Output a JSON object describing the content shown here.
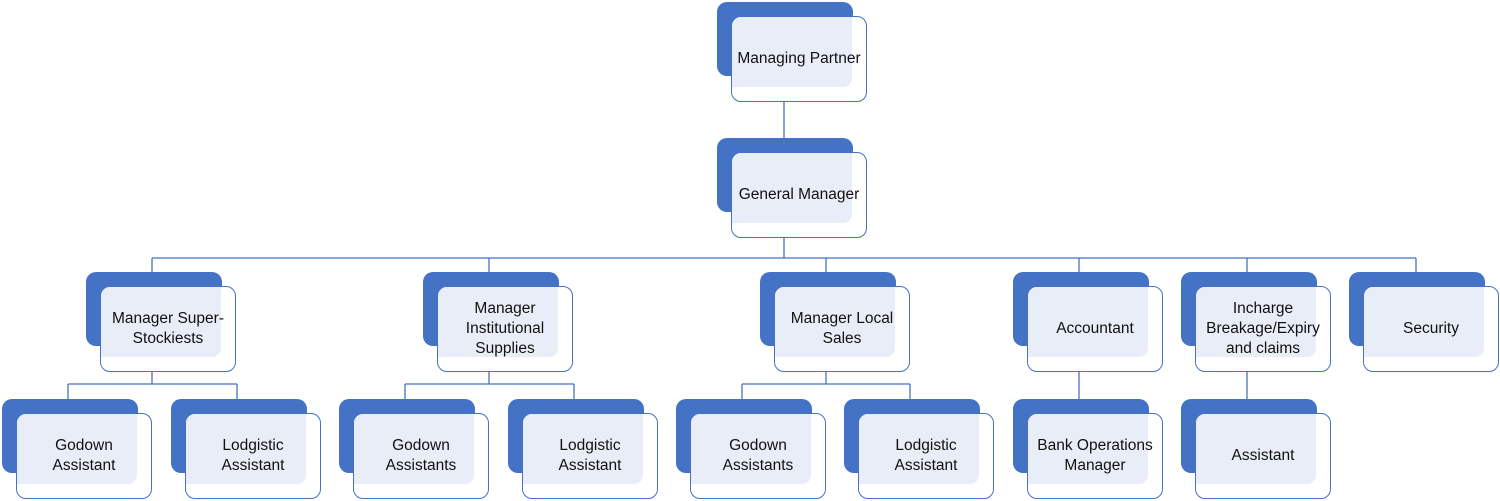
{
  "colors": {
    "accent": "#4472c4",
    "fill": "#e9edf7",
    "line": "#4472c4"
  },
  "nodes": {
    "managing_partner": "Managing Partner",
    "general_manager": "General Manager",
    "manager_super_stockiests": "Manager Super-Stockiests",
    "manager_institutional_supplies": "Manager Institutional Supplies",
    "manager_local_sales": "Manager Local Sales",
    "accountant": "Accountant",
    "incharge_breakage": "Incharge Breakage/Expiry and claims",
    "security": "Security",
    "godown_assistant": "Godown Assistant",
    "lodgistic_assistant_1": "Lodgistic Assistant",
    "godown_assistants_1": "Godown Assistants",
    "lodgistic_assistant_2": "Lodgistic Assistant",
    "godown_assistants_2": "Godown Assistants",
    "lodgistic_assistant_3": "Lodgistic Assistant",
    "bank_operations_manager": "Bank Operations Manager",
    "assistant": "Assistant"
  }
}
